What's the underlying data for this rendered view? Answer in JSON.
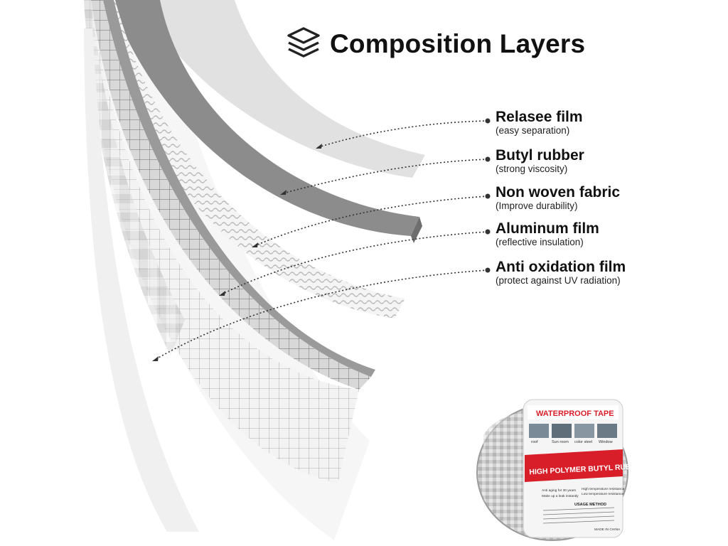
{
  "header": {
    "icon": "stacked-layers-icon",
    "title": "Composition Layers"
  },
  "layers": [
    {
      "name": "Relasee film",
      "desc": "(easy separation)"
    },
    {
      "name": "Butyl rubber",
      "desc": "(strong viscosity)"
    },
    {
      "name": "Non woven fabric",
      "desc": "(Improve durability)"
    },
    {
      "name": "Aluminum film",
      "desc": "(reflective insulation)"
    },
    {
      "name": "Anti oxidation film",
      "desc": "(protect against UV radiation)"
    }
  ],
  "product": {
    "brand_banner": "WATERPROOF TAPE",
    "main_label": "HIGH POLYMER BUTYL RUBBER",
    "uses": [
      "roof",
      "Sun room",
      "color steel",
      "Window"
    ],
    "features": [
      "Anti aging for 30 years",
      "Make up a leak instantly"
    ],
    "specs": [
      "High temperature resistance",
      "Low temperature resistance"
    ],
    "usage_title": "USAGE METHOD",
    "origin": "MADE IN CHINA"
  },
  "colors": {
    "release_film": "#dcdcdc",
    "butyl_rubber": "#8a8a8a",
    "fabric": "#f2f2f2",
    "aluminum": "#c8c8c8",
    "anti_oxidation": "#ededed",
    "label_red": "#d81e28",
    "text": "#111111"
  }
}
